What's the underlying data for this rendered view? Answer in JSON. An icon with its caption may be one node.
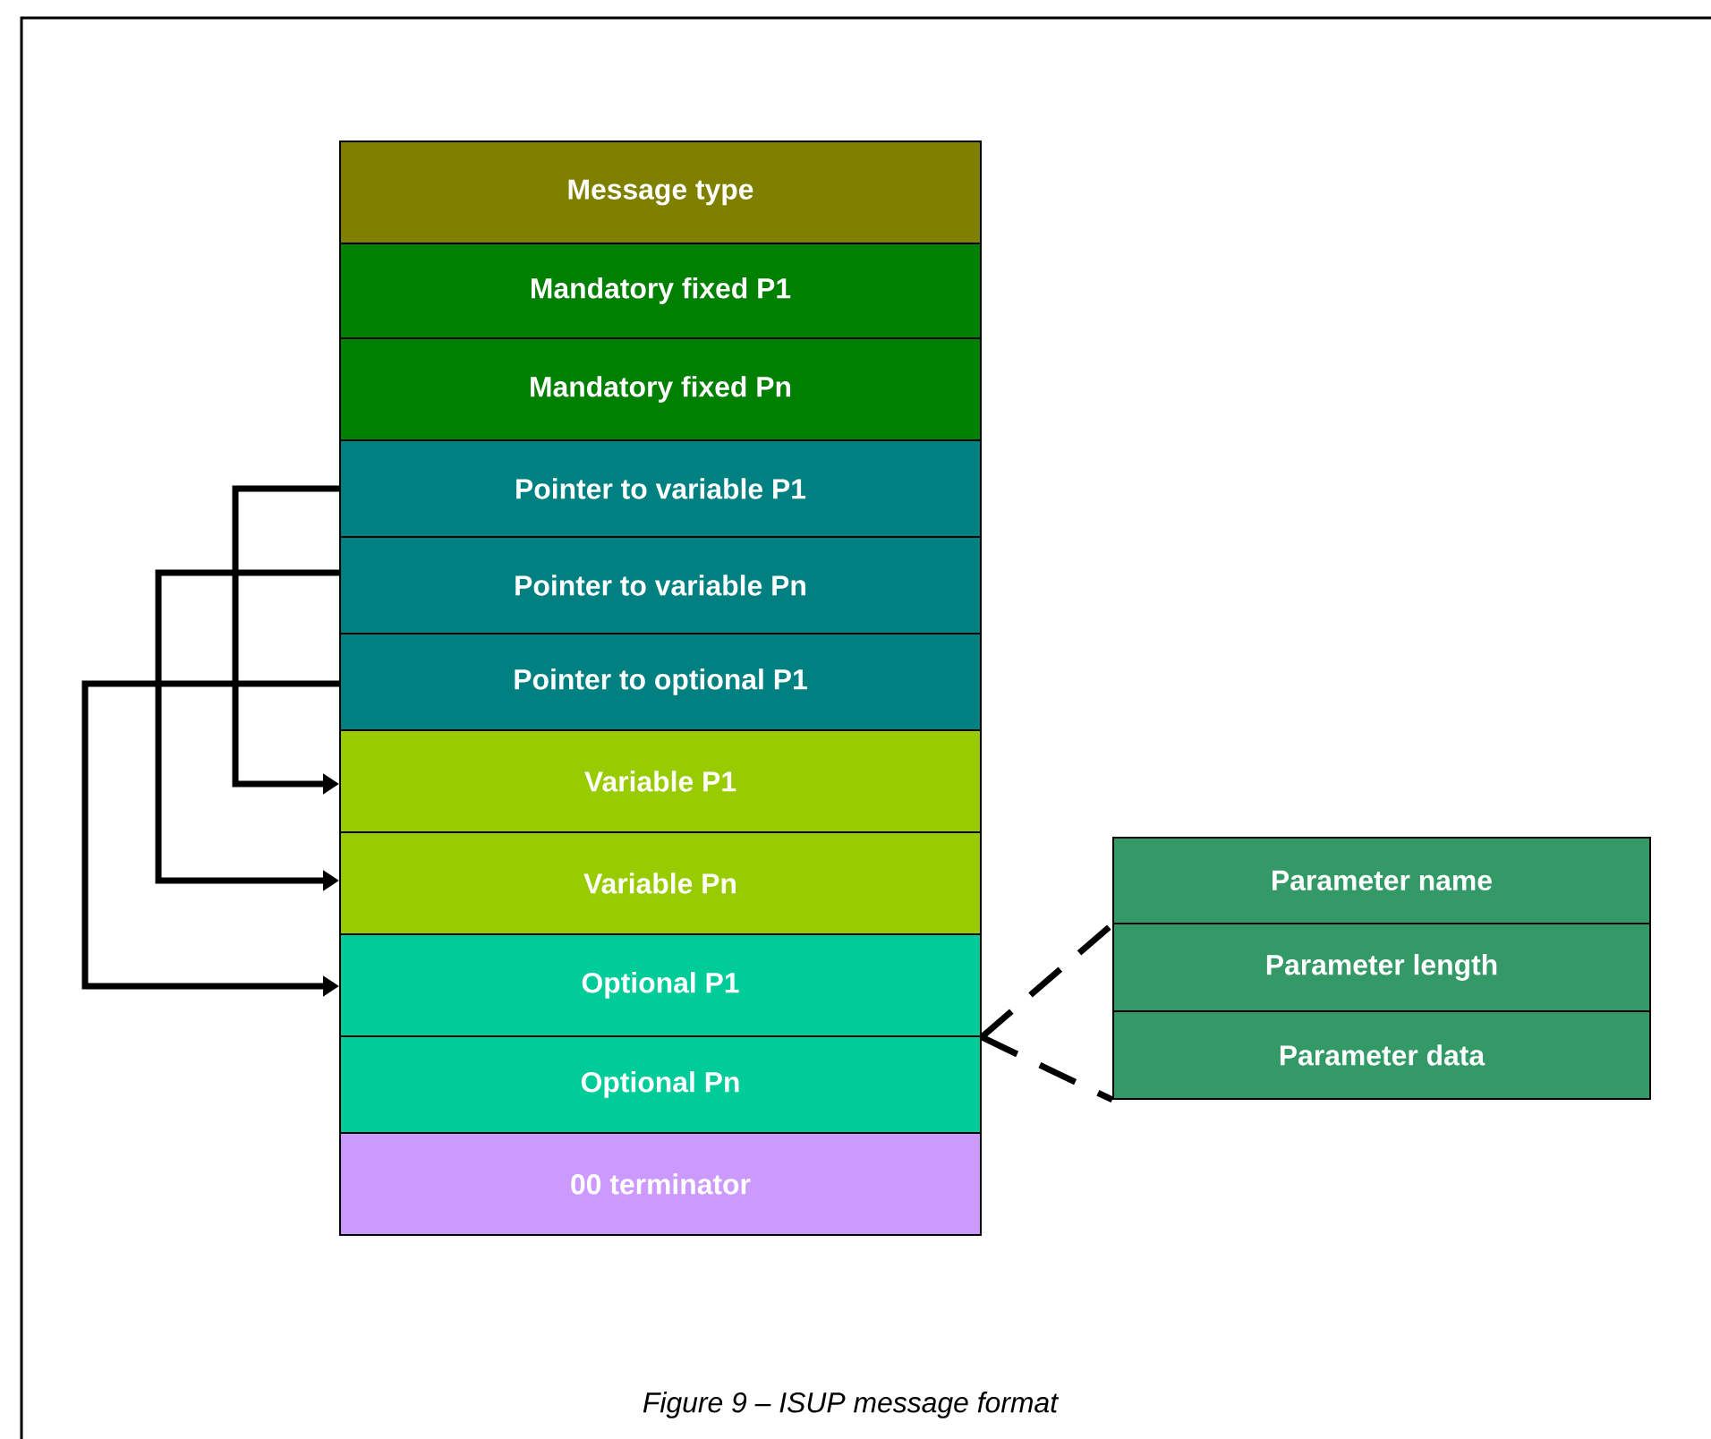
{
  "diagram": {
    "caption": "Figure 9 – ISUP message format",
    "nodes": [
      {
        "text": [
          "Message type"
        ]
      },
      {
        "text": [
          "Mandatory fixed P1"
        ]
      },
      {
        "text": [
          "Mandatory fixed Pn"
        ]
      },
      {
        "text": [
          "Pointer to variable P1"
        ]
      },
      {
        "text": [
          "Pointer to variable Pn"
        ]
      },
      {
        "text": [
          "Pointer to optional P1"
        ]
      },
      {
        "text": [
          "Variable  P1"
        ]
      },
      {
        "text": [
          "Variable Pn"
        ]
      },
      {
        "text": [
          "Optional P1"
        ]
      },
      {
        "text": [
          "Optional Pn"
        ]
      },
      {
        "text": [
          "00 terminator"
        ]
      },
      {
        "text": [
          "Parameter name"
        ]
      },
      {
        "text": [
          "Parameter length"
        ]
      },
      {
        "text": [
          "Parameter data"
        ]
      }
    ],
    "edges": [
      {
        "from": 3,
        "to": 6,
        "arrow": "to"
      },
      {
        "from": 4,
        "to": 7,
        "arrow": "to"
      },
      {
        "from": 5,
        "to": 8,
        "arrow": "to"
      },
      {
        "from": 8,
        "to": 11,
        "arrow": "none",
        "style": "dashed"
      },
      {
        "from": 8,
        "to": 13,
        "arrow": "none",
        "style": "dashed"
      }
    ]
  }
}
